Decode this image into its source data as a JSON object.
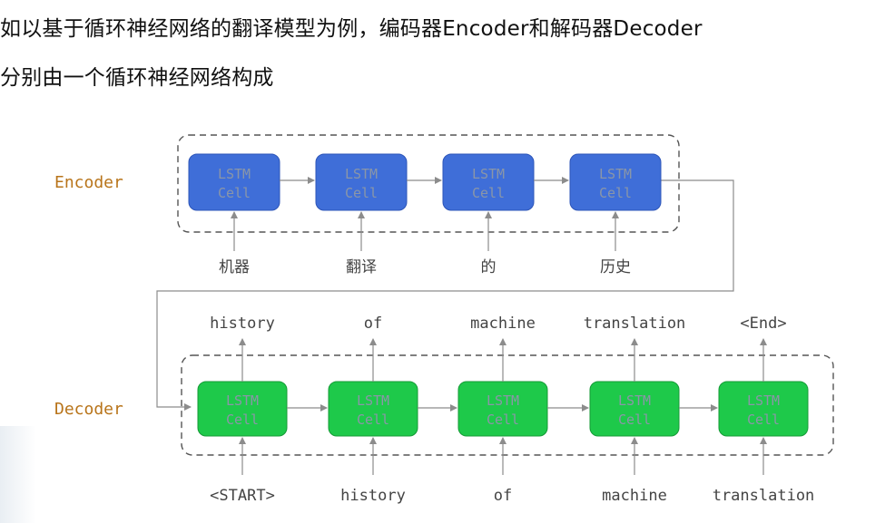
{
  "intro": {
    "line1": "如以基于循环神经网络的翻译模型为例，编码器Encoder和解码器Decoder",
    "line2": "分别由一个循环神经网络构成"
  },
  "diagram": {
    "encoder_label": "Encoder",
    "decoder_label": "Decoder",
    "cell_line1": "LSTM",
    "cell_line2": "Cell",
    "encoder_inputs": [
      "机器",
      "翻译",
      "的",
      "历史"
    ],
    "decoder_outputs": [
      "history",
      "of",
      "machine",
      "translation",
      "<End>"
    ],
    "decoder_inputs": [
      "<START>",
      "history",
      "of",
      "machine",
      "translation"
    ],
    "colors": {
      "encoder_cell": "#3f6ed8",
      "encoder_cell_border": "#2d55b8",
      "decoder_cell": "#1ec94a",
      "decoder_cell_border": "#159a36",
      "cell_text": "#8a96a8",
      "label_text": "#b8741a",
      "arrow": "#8c8c8c"
    }
  }
}
